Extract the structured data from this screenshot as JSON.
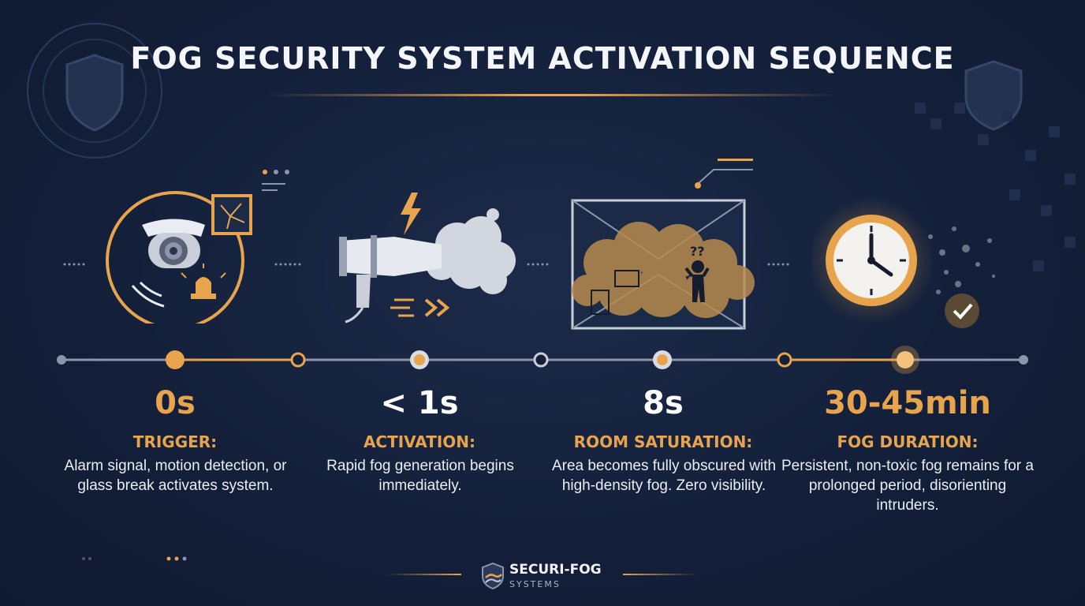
{
  "title": "FOG SECURITY SYSTEM ACTIVATION SEQUENCE",
  "colors": {
    "accent": "#e8a44c",
    "background": "#14203a",
    "text": "#ffffff",
    "line": "#8c96aa"
  },
  "stages": [
    {
      "time": "0s",
      "title": "TRIGGER:",
      "description": "Alarm signal, motion detection, or glass break activates system.",
      "icon": "camera-alarm-icon"
    },
    {
      "time": "< 1s",
      "title": "ACTIVATION:",
      "description": "Rapid fog generation begins immediately.",
      "icon": "fog-generator-icon"
    },
    {
      "time": "8s",
      "title": "ROOM SATURATION:",
      "description": "Area becomes fully obscured with high-density fog. Zero visibility.",
      "icon": "fog-room-icon"
    },
    {
      "time": "30-45min",
      "title": "FOG DURATION:",
      "description": "Persistent, non-toxic fog remains for a prolonged period, disorienting intruders.",
      "icon": "clock-icon"
    }
  ],
  "brand": {
    "name": "SECURI-FOG",
    "subtitle": "SYSTEMS"
  }
}
